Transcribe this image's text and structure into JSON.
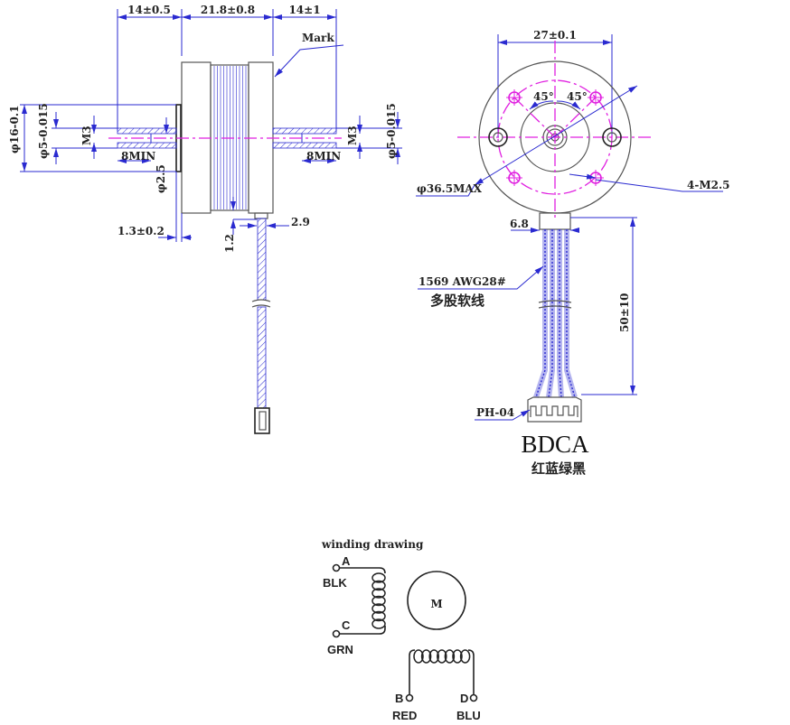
{
  "side_view": {
    "dim_left_shaft": "14±0.5",
    "dim_body": "21.8±0.8",
    "dim_right_shaft": "14±1",
    "mark_label": "Mark",
    "dim_flange_dia": "φ16-0.1",
    "dim_shaft_dia_left": "φ5-0.015",
    "dim_shaft_dia_right": "φ5-0.015",
    "thread_left": "M3",
    "thread_right": "M3",
    "min_depth_left": "8MIN",
    "min_depth_right": "8MIN",
    "dim_boss_dia": "φ2.5",
    "dim_flange_thk": "1.3±0.2",
    "dim_lead_offset": "1.2",
    "dim_lead_width": "2.9"
  },
  "front_view": {
    "dim_hole_spacing": "27±0.1",
    "angle_left": "45°",
    "angle_right": "45°",
    "dim_outer_dia": "φ36.5MAX",
    "holes": "4-M2.5",
    "dim_connector_width": "6.8",
    "wire_spec": "1569 AWG28#",
    "wire_desc": "多股软线",
    "dim_lead_length": "50±10",
    "connector": "PH-04",
    "pin_order": "BDCA",
    "pin_colors": "红蓝绿黑"
  },
  "winding": {
    "title": "winding drawing",
    "motor": "M",
    "terminals": [
      {
        "pin": "A",
        "color": "BLK"
      },
      {
        "pin": "C",
        "color": "GRN"
      },
      {
        "pin": "B",
        "color": "RED"
      },
      {
        "pin": "D",
        "color": "BLU"
      }
    ]
  },
  "colors": {
    "dimension": "#2a2ad0",
    "centerline": "#e020e0",
    "outline": "#555555"
  }
}
